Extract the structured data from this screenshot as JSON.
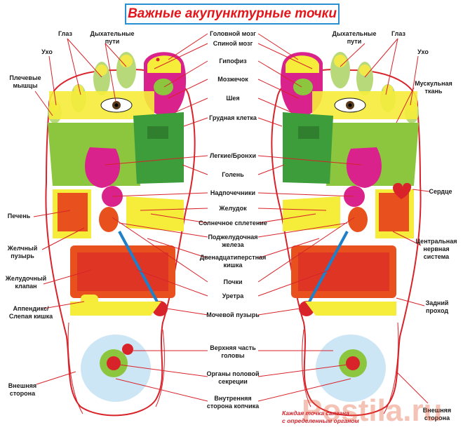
{
  "title": "Важные акупунктурные точки",
  "colors": {
    "title_red": "#e3161b",
    "border_blue": "#2a8fd0",
    "leader_red": "#d8232a",
    "foot_outline": "#d8232a"
  },
  "labels": {
    "brain": "Головной мозг",
    "spinal_brain": "Спиной мозг",
    "pituitary": "Гипофиз",
    "cerebellum": "Мозжечок",
    "neck": "Шея",
    "chest": "Грудная клетка",
    "lungs": "Легкие/Бронхи",
    "shin": "Голень",
    "adrenals": "Надпочечники",
    "stomach": "Желудок",
    "solar": "Солнечное сплетение",
    "pancreas_1": "Поджелудочная",
    "pancreas_2": "железа",
    "duodenum_1": "Двенадцатиперстная",
    "duodenum_2": "кишка",
    "kidneys": "Почки",
    "urethra": "Уретра",
    "bladder": "Мочевой пузырь",
    "head_top_1": "Верхняя часть",
    "head_top_2": "головы",
    "genitals_1": "Органы половой",
    "genitals_2": "секреции",
    "coccyx_1": "Внутренняя",
    "coccyx_2": "сторона копчика",
    "eye_l": "Глаз",
    "breath_l_1": "Дыхательные",
    "breath_l_2": "пути",
    "ear_l": "Ухо",
    "shoulder_1": "Плечевые",
    "shoulder_2": "мышцы",
    "liver": "Печень",
    "gall_1": "Желчный",
    "gall_2": "пузырь",
    "valve_1": "Желудочный",
    "valve_2": "клапан",
    "appendix_1": "Аппендикс/",
    "appendix_2": "Слепая кишка",
    "outer_l_1": "Внешняя",
    "outer_l_2": "сторона",
    "breath_r_1": "Дыхательные",
    "breath_r_2": "пути",
    "eye_r": "Глаз",
    "ear_r": "Ухо",
    "muscle_1": "Мускульная",
    "muscle_2": "ткань",
    "heart": "Сердце",
    "cns_1": "Центральная",
    "cns_2": "нервная",
    "cns_3": "система",
    "anus_1": "Задний",
    "anus_2": "проход",
    "outer_r_1": "Внешняя",
    "outer_r_2": "сторона",
    "note_1": "Каждая точка связана",
    "note_2": "с определенным органом"
  },
  "watermark": "Postila.ru",
  "icons": [
    "eye-icon",
    "foot-left",
    "foot-right"
  ]
}
